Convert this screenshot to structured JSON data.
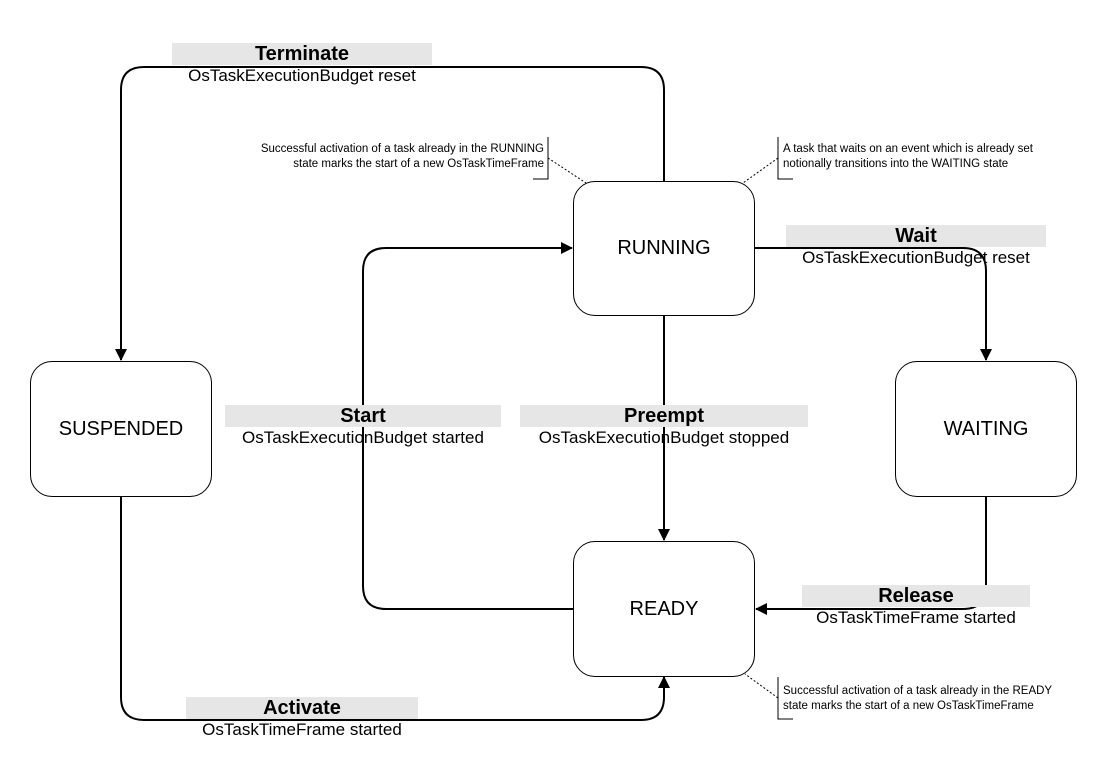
{
  "states": {
    "running": "RUNNING",
    "suspended": "SUSPENDED",
    "waiting": "WAITING",
    "ready": "READY"
  },
  "transitions": {
    "terminate": {
      "title": "Terminate",
      "sub": "OsTaskExecutionBudget reset"
    },
    "wait": {
      "title": "Wait",
      "sub": "OsTaskExecutionBudget reset"
    },
    "start": {
      "title": "Start",
      "sub": "OsTaskExecutionBudget started"
    },
    "preempt": {
      "title": "Preempt",
      "sub": "OsTaskExecutionBudget stopped"
    },
    "release": {
      "title": "Release",
      "sub": "OsTaskTimeFrame started"
    },
    "activate": {
      "title": "Activate",
      "sub": "OsTaskTimeFrame started"
    }
  },
  "notes": {
    "running_activation": {
      "line1": "Successful activation of a task already in the RUNNING",
      "line2": "state marks the start of a new OsTaskTimeFrame"
    },
    "waiting_event": {
      "line1": "A task that waits on an event which is already set",
      "line2": "notionally transitions into the WAITING state"
    },
    "ready_activation": {
      "line1": "Successful activation of a task already in the READY",
      "line2": "state marks the start of a new OsTaskTimeFrame"
    }
  }
}
